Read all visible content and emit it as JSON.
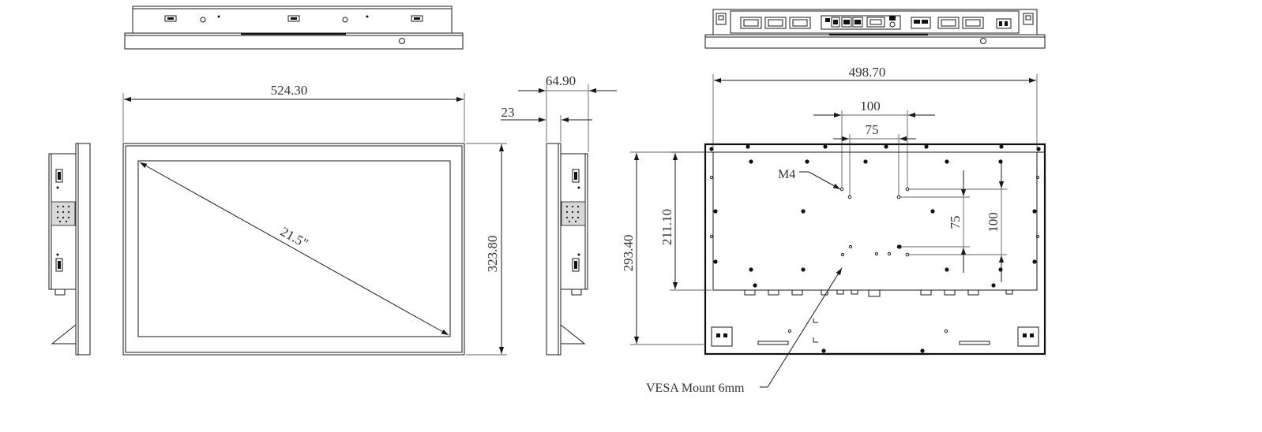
{
  "front": {
    "width": "524.30",
    "height": "323.80",
    "diagonal": "21.5\""
  },
  "side": {
    "depth": "64.90",
    "bezel_depth": "23"
  },
  "rear": {
    "width": "498.70",
    "height_outer": "293.40",
    "height_inner": "211.10",
    "vesa_h_large": "100",
    "vesa_h_small": "75",
    "vesa_v_small": "75",
    "vesa_v_large": "100",
    "screw_label": "M4",
    "vesa_note": "VESA Mount 6mm"
  }
}
